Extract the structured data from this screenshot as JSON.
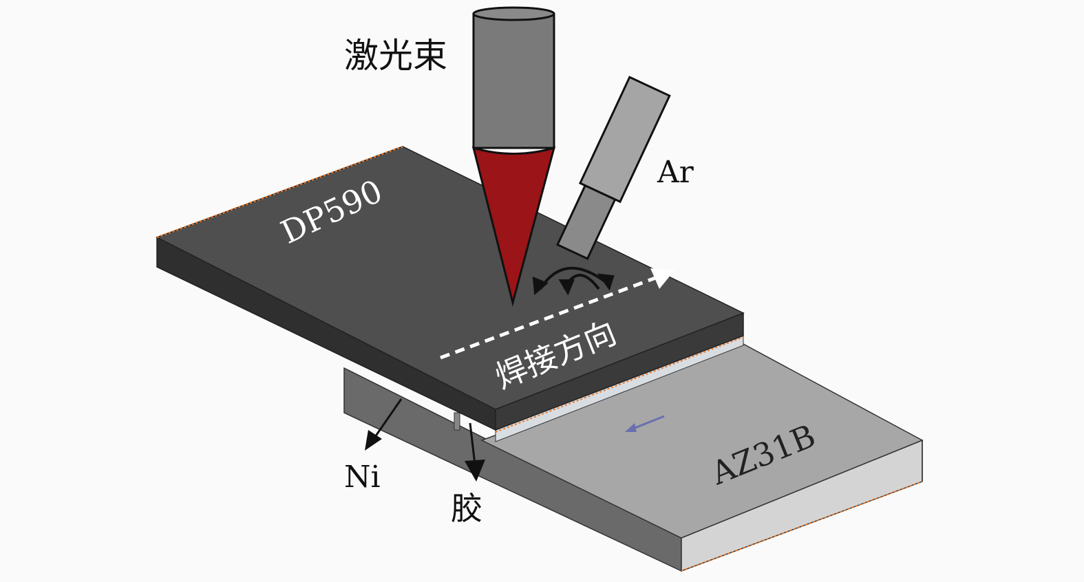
{
  "labels": {
    "laser_beam": "激光束",
    "argon": "Ar",
    "top_plate": "DP590",
    "welding_direction": "焊接方向",
    "bottom_plate": "AZ31B",
    "nickel": "Ni",
    "adhesive": "胶"
  },
  "colors": {
    "top_plate": "#4f4f4f",
    "bottom_plate": "#a9a9a9",
    "laser_cone": "#9b1418",
    "nozzle": "#7d7d7d",
    "edge_highlight": "#e8782a"
  }
}
